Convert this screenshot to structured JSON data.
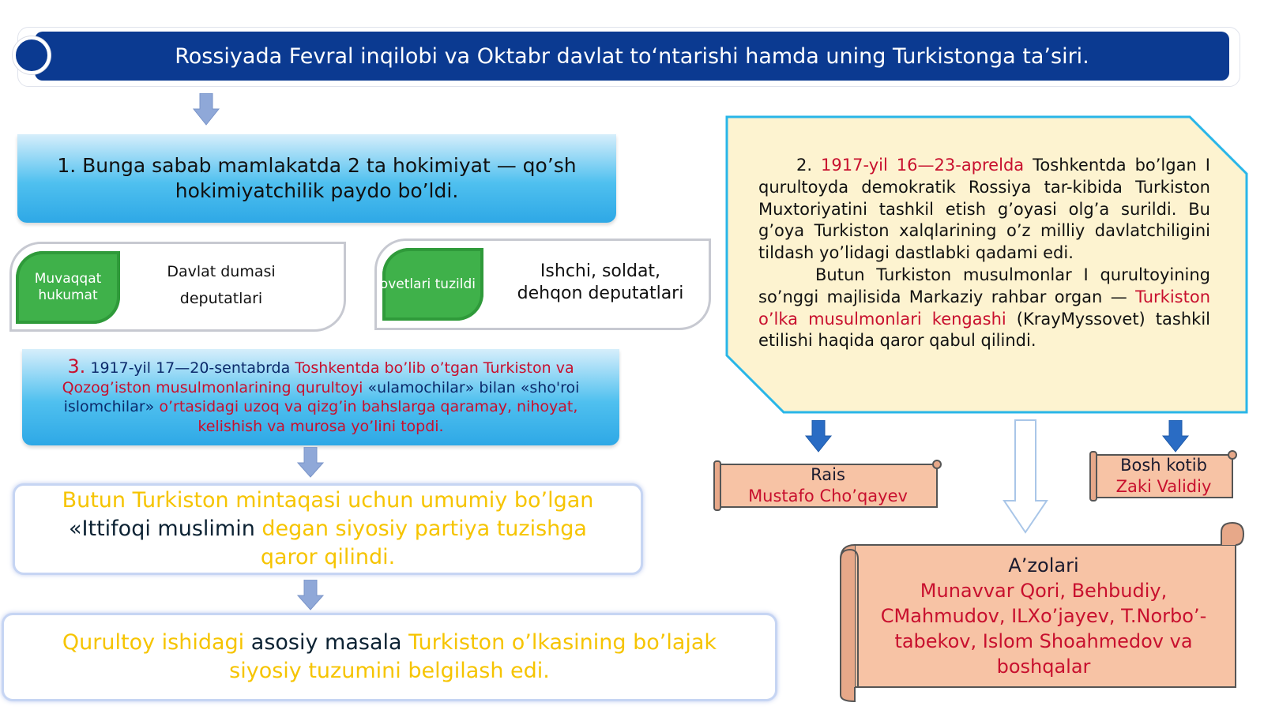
{
  "title": "Rossiyada Fevral inqilobi va Oktabr davlat to‘ntarishi hamda uning Turkistonga ta’siri.",
  "box1": "1. Bunga sabab mamlakatda 2 ta hokimiyat — qo’sh hokimiyatchilik paydo bo’ldi.",
  "left_group": {
    "green": "Muvaqqat hukumat",
    "text_line1": "Davlat dumasi",
    "text_line2": "deputatlari"
  },
  "right_group": {
    "green": "Sovetlari tuzildi",
    "text": "Ishchi, soldat, dehqon deputatlari"
  },
  "box3": {
    "num": "3.",
    "date": "1917-yil 17—20-sentabrda",
    "red1": "Toshkentda bo’lib o’tgan Turkiston va Qozog’iston musulmonlarining qurultoyi",
    "mid1": "«ulamochilar» bilan «sho'roi islomchilar»",
    "red2": "o’rtasidagi uzoq va qizg’in bahslarga qaramay, nihoyat, kelishish va murosa yo’lini topdi."
  },
  "box4": {
    "y1": "Butun Turkiston mintaqasi uchun umumiy bo’lgan",
    "d1": "«Ittifoqi muslimin",
    "y2": "degan siyosiy partiya tuzishga qaror qilindi."
  },
  "box5": {
    "y1": "Qurultoy ishidagi",
    "d1": "asosiy masala",
    "y2": "Turkiston o’lkasining bo’lajak siyosiy tuzumini belgilash edi."
  },
  "right_box": {
    "p1_prefix": "2.",
    "p1_date": "1917-yil 16—23-aprelda",
    "p1_text": "Toshkentda bo’lgan I qurultoyda demokratik Rossiya tar-kibida Turkiston Muxtoriyatini tashkil etish g’oyasi olg’a surildi. Bu g’oya Turkiston xalqlarining o’z milliy davlatchiligini tildash yo’lidagi dastlabki qadami edi.",
    "p2_text": "Butun Turkiston musulmonlar I qurultoyining so’nggi majlisida Markaziy rahbar organ —",
    "p2_red": "Turkiston o’lka musulmonlari kengashi",
    "p2_end": "(KrayMyssovet) tashkil etilishi haqida qaror qabul qilindi."
  },
  "rais": {
    "label": "Rais",
    "name": "Mustafo Cho’qayev"
  },
  "kotib": {
    "label": "Bosh kotib",
    "name": "Zaki Validiy"
  },
  "azolari": {
    "label": "A’zolari",
    "names": "Munavvar Qori, Behbudiy, CMahmudov, ILXo’jayev, T.Norbo’-tabekov, Islom Shoahmedov va boshqalar"
  },
  "colors": {
    "navy": "#0b3a91",
    "green": "#3fb14a",
    "red": "#c8102e",
    "yellow": "#f6c400",
    "peach": "#f7c3a5",
    "cream": "#fdf3d0",
    "cyan": "#29b6e8"
  }
}
